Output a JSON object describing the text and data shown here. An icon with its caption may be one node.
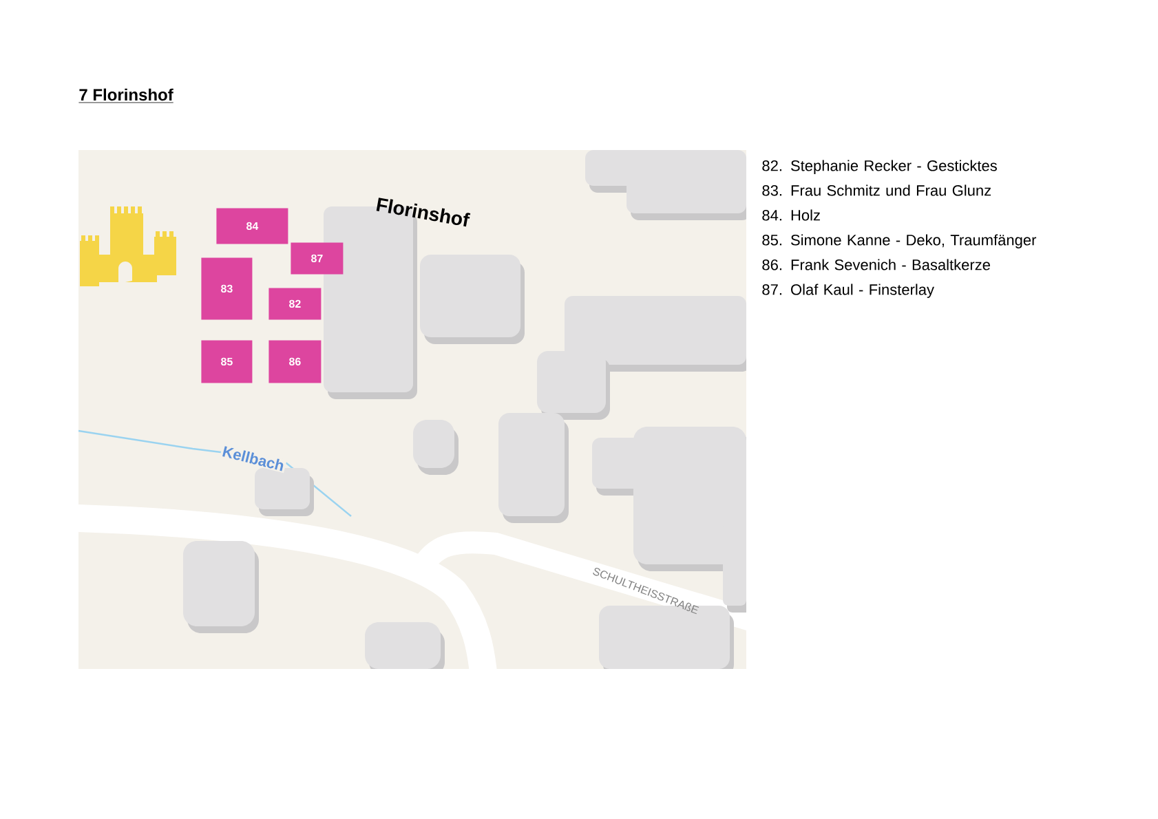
{
  "diagram": {
    "title": "7 Florinshof",
    "nodes": [
      {
        "text": [
          "84"
        ]
      },
      {
        "text": [
          "87"
        ]
      },
      {
        "text": [
          "83"
        ]
      },
      {
        "text": [
          "82"
        ]
      },
      {
        "text": [
          "85"
        ]
      },
      {
        "text": [
          "86"
        ]
      }
    ],
    "labels": [
      "Florinshof",
      "Kellbach",
      "SCHULTHEISSTRAßE",
      "82. Stephanie Recker - Gesticktes",
      "83. Frau Schmitz und Frau Glunz",
      "84. Holz",
      "85. Simone Kanne - Deko, Traumfänger",
      "86. Frank Sevenich - Basaltkerze",
      "87. Olaf Kaul - Finsterlay"
    ]
  }
}
